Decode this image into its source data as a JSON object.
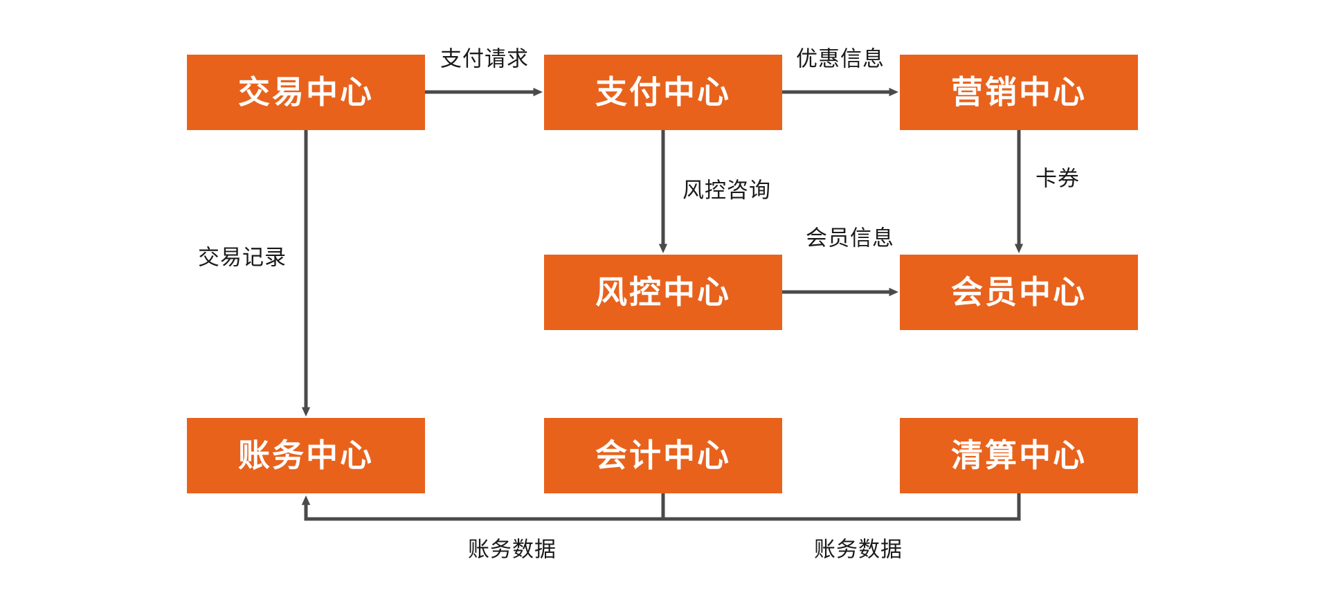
{
  "diagram": {
    "nodes": [
      {
        "id": "trade",
        "label": "交易中心"
      },
      {
        "id": "payment",
        "label": "支付中心"
      },
      {
        "id": "marketing",
        "label": "营销中心"
      },
      {
        "id": "risk",
        "label": "风控中心"
      },
      {
        "id": "member",
        "label": "会员中心"
      },
      {
        "id": "account",
        "label": "账务中心"
      },
      {
        "id": "accounting",
        "label": "会计中心"
      },
      {
        "id": "clearing",
        "label": "清算中心"
      }
    ],
    "edges": [
      {
        "from": "交易中心",
        "to": "支付中心",
        "label": "支付请求"
      },
      {
        "from": "支付中心",
        "to": "营销中心",
        "label": "优惠信息"
      },
      {
        "from": "支付中心",
        "to": "风控中心",
        "label": "风控咨询"
      },
      {
        "from": "营销中心",
        "to": "会员中心",
        "label": "卡券"
      },
      {
        "from": "风控中心",
        "to": "会员中心",
        "label": "会员信息"
      },
      {
        "from": "交易中心",
        "to": "账务中心",
        "label": "交易记录"
      },
      {
        "from": "会计中心",
        "to": "账务中心",
        "label": "账务数据"
      },
      {
        "from": "清算中心",
        "to": "账务中心",
        "label": "账务数据"
      }
    ],
    "colors": {
      "node_fill": "#E8621C",
      "node_text": "#FFFFFF",
      "arrow": "#4A4A4A",
      "label_text": "#1A1A1A",
      "background": "#FFFFFF"
    }
  }
}
